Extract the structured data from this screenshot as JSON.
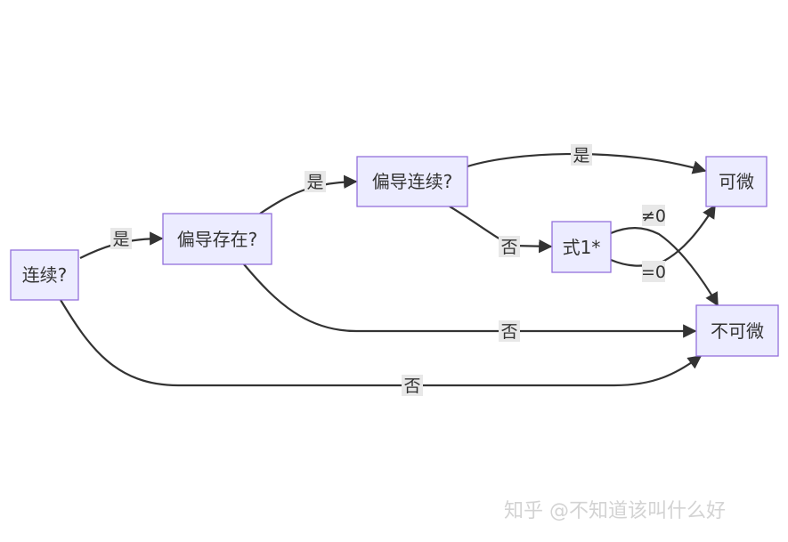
{
  "nodes": {
    "continuous": "连续?",
    "partial_exists": "偏导存在?",
    "partial_continuous": "偏导连续?",
    "formula1": "式1*",
    "differentiable": "可微",
    "not_differentiable": "不可微"
  },
  "edge_labels": {
    "yes_1": "是",
    "yes_2": "是",
    "yes_3": "是",
    "no_1": "否",
    "no_2": "否",
    "no_3": "否",
    "neq_zero": "≠0",
    "eq_zero": "=0"
  },
  "watermark": "知乎 @不知道该叫什么好",
  "colors": {
    "node_fill": "#ececff",
    "node_border": "#9370db",
    "edge": "#333333",
    "label_bg": "#e8e8e8"
  }
}
